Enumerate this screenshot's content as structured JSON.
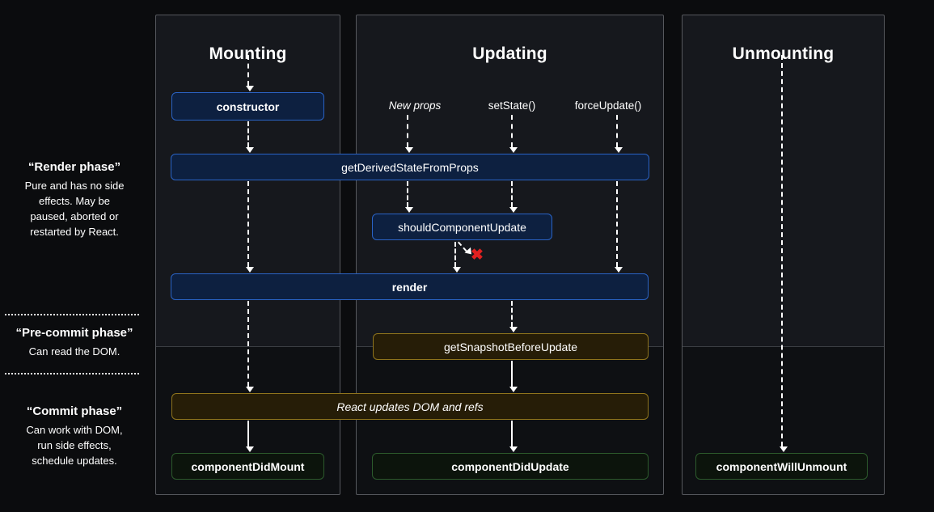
{
  "diagram": {
    "columns": {
      "mounting": "Mounting",
      "updating": "Updating",
      "unmounting": "Unmounting"
    },
    "triggers": {
      "new_props": "New props",
      "set_state": "setState()",
      "force_update": "forceUpdate()"
    },
    "methods": {
      "ctor": "constructor",
      "get_derived_state_from_props": "getDerivedStateFromProps",
      "should_component_update": "shouldComponentUpdate",
      "render": "render",
      "get_snapshot_before_update": "getSnapshotBeforeUpdate",
      "react_updates_dom": "React updates DOM and refs",
      "component_did_mount": "componentDidMount",
      "component_did_update": "componentDidUpdate",
      "component_will_unmount": "componentWillUnmount"
    },
    "phases": {
      "render": {
        "title": "“Render phase”",
        "description": "Pure and has no side effects. May be paused, aborted or restarted by React."
      },
      "pre_commit": {
        "title": "“Pre-commit phase”",
        "description": "Can read the DOM."
      },
      "commit": {
        "title": "“Commit phase”",
        "description": "Can work with DOM, run side effects, schedule updates."
      }
    },
    "icons": {
      "blocked_x": "✖"
    },
    "colors": {
      "blue_border": "#2a63c5",
      "orange_border": "#8f741c",
      "green_border": "#2c5a2c",
      "red_x": "#e02020",
      "panel_bg_top": "#16181d",
      "panel_bg_bottom": "#0e1013"
    }
  }
}
